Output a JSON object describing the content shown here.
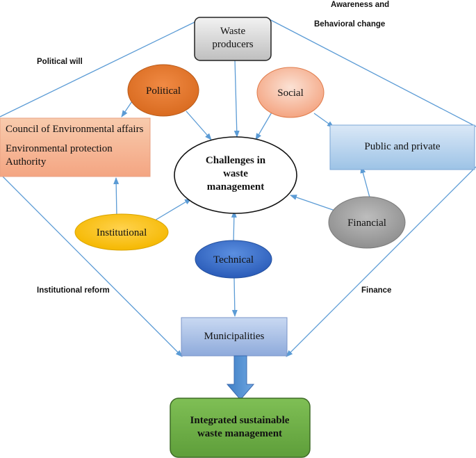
{
  "nodes": {
    "waste_producers": [
      "Waste",
      "producers"
    ],
    "political": "Political",
    "social": "Social",
    "council": [
      "Council of Environmental affairs",
      "Environmental protection",
      "Authority"
    ],
    "public_private": "Public and private",
    "challenges": [
      "Challenges in",
      "waste",
      "management"
    ],
    "institutional": "Institutional",
    "financial": "Financial",
    "technical": "Technical",
    "municipalities": "Municipalities",
    "integrated": [
      "Integrated sustainable",
      "waste management"
    ]
  },
  "side_labels": {
    "awareness": [
      "Awareness and",
      "Behavioral change"
    ],
    "political_will": "Political will",
    "institutional_reform": "Institutional reform",
    "finance": "Finance"
  },
  "colors": {
    "connector": "#5b9bd5",
    "political": "#ed7d31",
    "social": "#f4b183",
    "institutional": "#ffc000",
    "financial": "#a5a5a5",
    "technical": "#3a6fcf",
    "integrated": "#70ad47",
    "box_blue": "#9dc3e6",
    "box_salmon": "#f4b183"
  }
}
